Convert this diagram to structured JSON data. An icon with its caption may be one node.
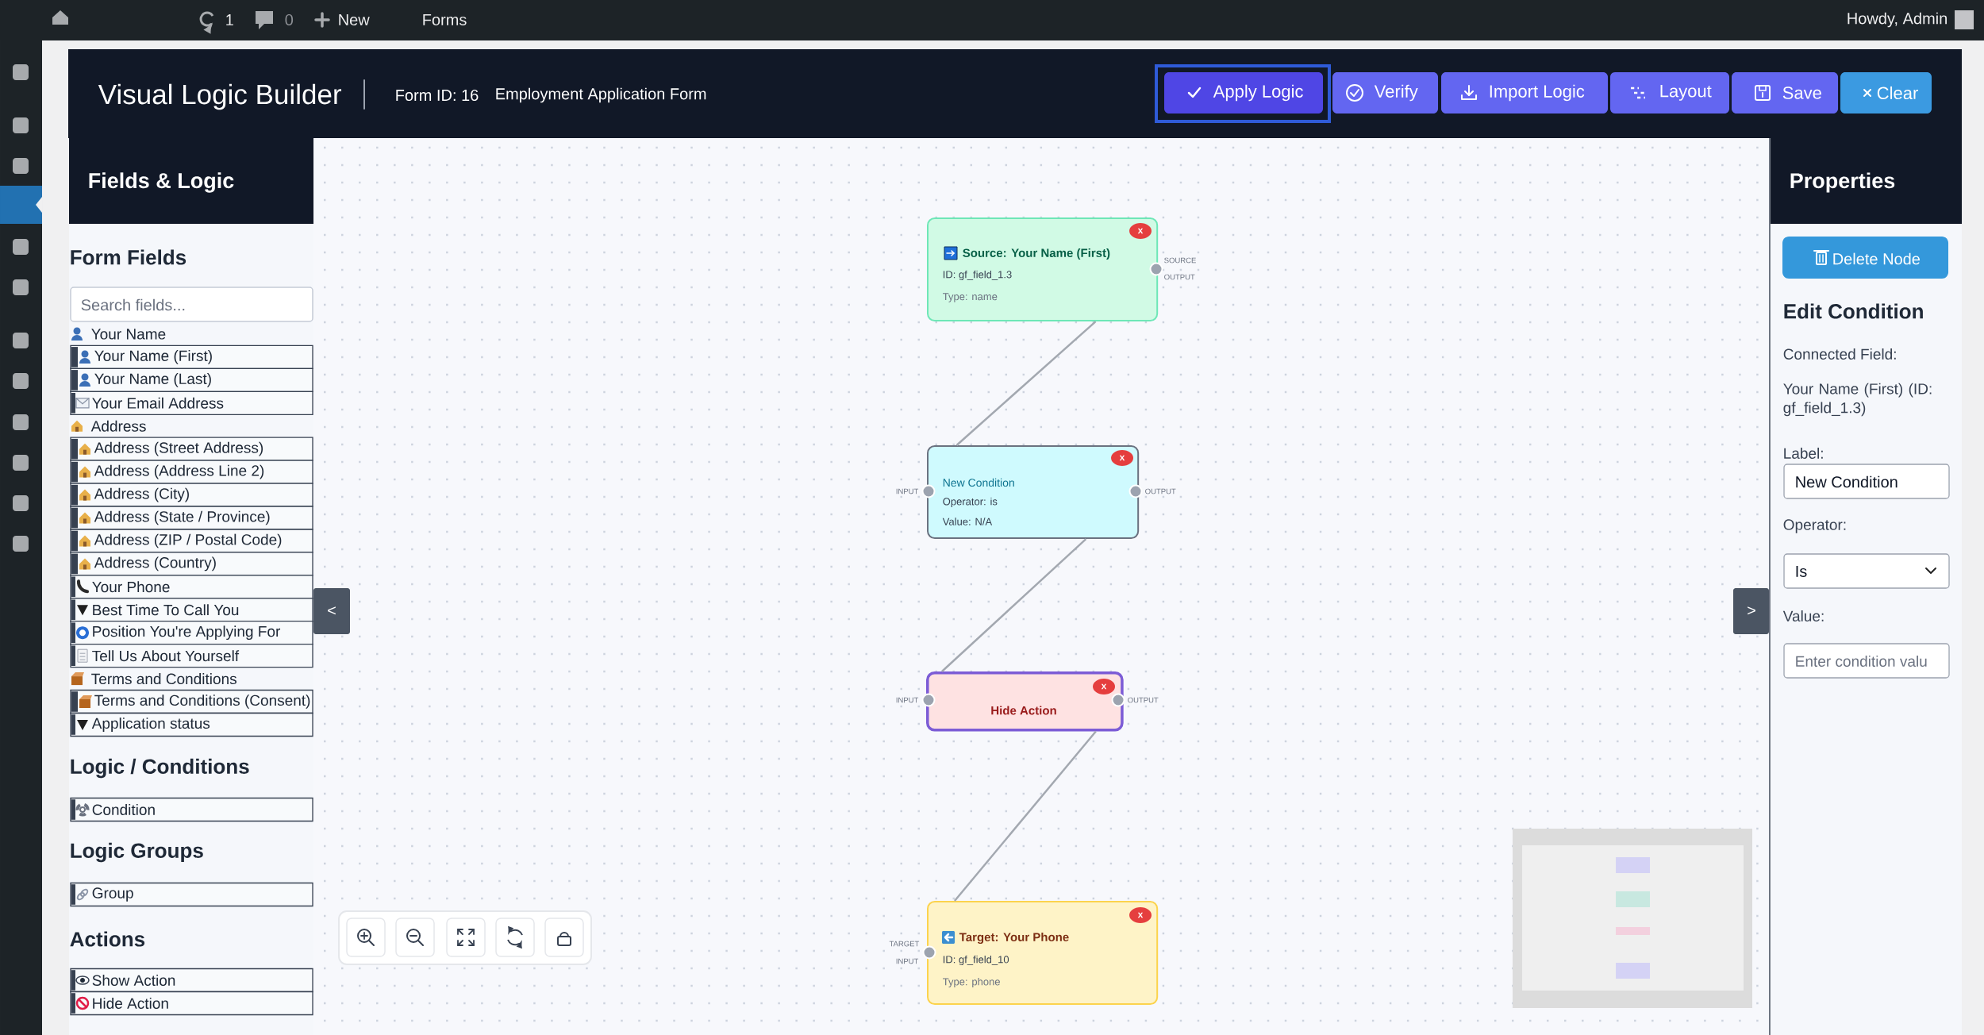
{
  "diagram": {
    "nodes": [
      {
        "text": [
          "x",
          "Source: Your Name (First)",
          "ID: gf_field_1.3",
          "Type: name"
        ],
        "beside": [
          "SOURCE",
          "OUTPUT"
        ]
      },
      {
        "text": [
          "x",
          "New Condition",
          "Operator: is",
          "Value: N/A"
        ],
        "beside": [
          "INPUT",
          "OUTPUT"
        ]
      },
      {
        "text": [
          "x",
          "Hide Action"
        ],
        "beside": [
          "INPUT",
          "OUTPUT"
        ]
      },
      {
        "text": [
          "x",
          "Target: Your Phone",
          "ID: gf_field_10",
          "Type: phone"
        ],
        "beside": [
          "TARGET",
          "INPUT"
        ]
      }
    ],
    "edges": [
      {
        "from": 0,
        "to": 1,
        "arrow": "none"
      },
      {
        "from": 1,
        "to": 2,
        "arrow": "none"
      },
      {
        "from": 2,
        "to": 3,
        "arrow": "none"
      }
    ],
    "labels": [
      "1",
      "0",
      "New",
      "Forms",
      "Howdy, Admin",
      "Visual Logic Builder",
      "Form ID: 16",
      "Employment Application Form",
      "Apply Logic",
      "Verify",
      "Import Logic",
      "Layout",
      "Save",
      "Clear",
      "Fields & Logic",
      "Properties",
      "Form Fields",
      "Search fields...",
      "Your Name",
      "Your Name (First)",
      "Your Name (Last)",
      "Your Email Address",
      "Address",
      "Address (Street Address)",
      "Address (Address Line 2)",
      "Address (City)",
      "Address (State / Province)",
      "Address (ZIP / Postal Code)",
      "Address (Country)",
      "Your Phone",
      "Best Time To Call You",
      "Position You're Applying For",
      "Tell Us About Yourself",
      "Terms and Conditions",
      "Terms and Conditions (Consent)",
      "Application status",
      "Logic / Conditions",
      "Condition",
      "Logic Groups",
      "Group",
      "Actions",
      "Show Action",
      "Hide Action",
      "<",
      ">",
      "Delete Node",
      "Edit Condition",
      "Connected Field:",
      "Your Name (First) (ID: gf_field_1.3)",
      "Label:",
      "New Condition",
      "Operator:",
      "Is",
      "Value:",
      "Enter condition valu"
    ]
  }
}
